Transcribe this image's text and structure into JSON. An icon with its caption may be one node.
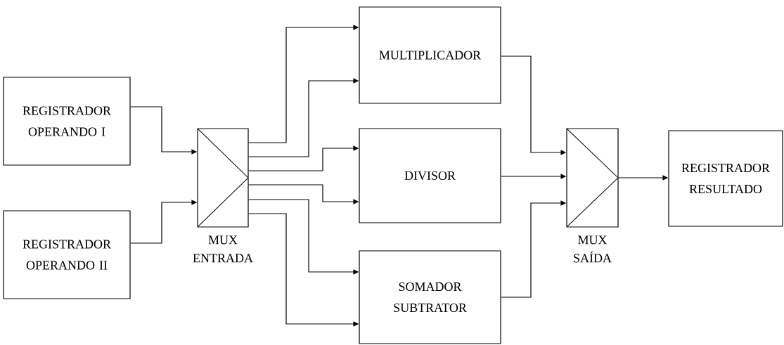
{
  "diagram": {
    "nodes": [
      {
        "text": [
          "REGISTRADOR OPERANDO I"
        ]
      },
      {
        "text": [
          "REGISTRADOR OPERANDO II"
        ]
      },
      {
        "text": [
          "MUX ENTRADA"
        ]
      },
      {
        "text": [
          "MULTIPLICADOR"
        ]
      },
      {
        "text": [
          "DIVISOR"
        ]
      },
      {
        "text": [
          "SOMADOR SUBTRATOR"
        ]
      },
      {
        "text": [
          "MUX SAÍDA"
        ]
      },
      {
        "text": [
          "REGISTRADOR RESULTADO"
        ]
      }
    ],
    "edges": [
      {
        "from": 0,
        "to": 2,
        "arrow": "to"
      },
      {
        "from": 1,
        "to": 2,
        "arrow": "to"
      },
      {
        "from": 2,
        "to": 3,
        "arrow": "to"
      },
      {
        "from": 2,
        "to": 3,
        "arrow": "to"
      },
      {
        "from": 2,
        "to": 4,
        "arrow": "to"
      },
      {
        "from": 2,
        "to": 4,
        "arrow": "to"
      },
      {
        "from": 2,
        "to": 5,
        "arrow": "to"
      },
      {
        "from": 2,
        "to": 5,
        "arrow": "to"
      },
      {
        "from": 3,
        "to": 6,
        "arrow": "to"
      },
      {
        "from": 4,
        "to": 6,
        "arrow": "to"
      },
      {
        "from": 5,
        "to": 6,
        "arrow": "to"
      },
      {
        "from": 6,
        "to": 7,
        "arrow": "to"
      }
    ]
  }
}
